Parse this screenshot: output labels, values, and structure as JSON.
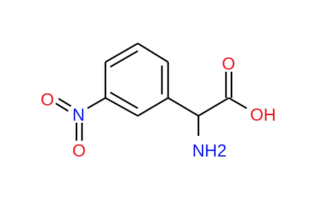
{
  "molecule": {
    "atoms": {
      "nitro_oxygen_top": "O",
      "nitro_nitrogen": "N",
      "nitro_oxygen_bottom": "O",
      "carbonyl_oxygen": "O",
      "hydroxyl": "OH",
      "amine": "NH2"
    },
    "colors": {
      "oxygen": "#e8101c",
      "nitrogen": "#0c16e6",
      "bond": "#000000"
    }
  }
}
